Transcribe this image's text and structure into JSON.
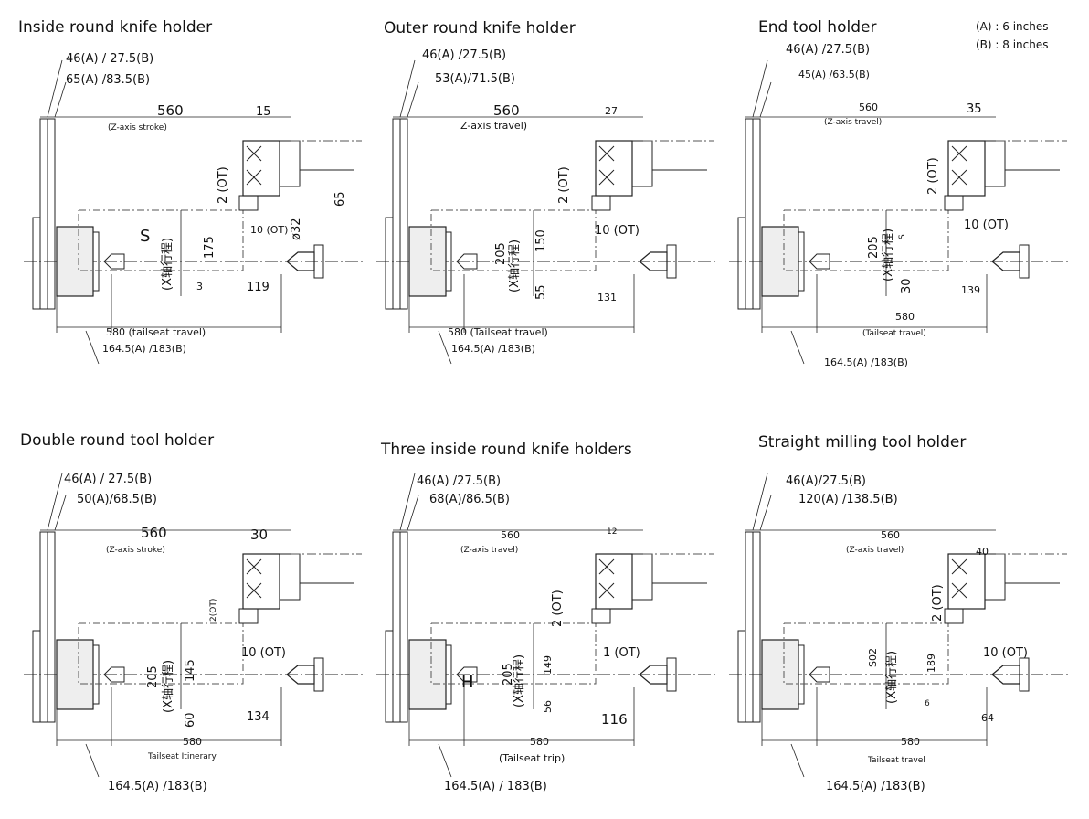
{
  "legend": {
    "a": "(A) : 6 inches",
    "b": "(B) : 8 inches"
  },
  "panels": [
    {
      "title": "Inside round knife holder",
      "dim_top1": "46(A) / 27.5(B)",
      "dim_top2": "65(A) /83.5(B)",
      "z_value": "560",
      "z_caption": "(Z-axis stroke)",
      "tool_width": "15",
      "ot_top": "2 (OT)",
      "ot_side": "10 (OT)",
      "x_stroke": "S",
      "x_caption": "(X轴行程)",
      "x_upper": "175",
      "x_lower": "3",
      "tool_height": "65",
      "bore": "ø32",
      "right_offset": "119",
      "tailseat": "580 (tailseat travel)",
      "bottom_dim": "164.5(A) /183(B)"
    },
    {
      "title": "Outer round knife holder",
      "dim_top1": "46(A) /27.5(B)",
      "dim_top2": "53(A)/71.5(B)",
      "z_value": "560",
      "z_caption": "Z-axis travel)",
      "tool_width": "27",
      "ot_top": "2 (OT)",
      "ot_side": "10 (OT)",
      "x_stroke": "205",
      "x_caption": "(X轴行程)",
      "x_upper": "150",
      "x_lower": "55",
      "right_offset": "131",
      "tailseat": "580 (Tailseat travel)",
      "bottom_dim": "164.5(A) /183(B)"
    },
    {
      "title": "End tool holder",
      "dim_top1": "46(A) /27.5(B)",
      "dim_top2": "45(A) /63.5(B)",
      "z_value": "560",
      "z_caption": "(Z-axis travel)",
      "tool_width": "35",
      "ot_top": "2 (OT)",
      "ot_side": "10 (OT)",
      "x_stroke": "205",
      "x_caption": "(X轴行程)",
      "x_upper": "S",
      "x_lower": "30",
      "right_offset": "139",
      "tailseat_value": "580",
      "tailseat_caption": "(Tailseat travel)",
      "bottom_dim": "164.5(A) /183(B)"
    },
    {
      "title": "Double round tool holder",
      "dim_top1": "46(A) / 27.5(B)",
      "dim_top2": "50(A)/68.5(B)",
      "z_value": "560",
      "z_caption": "(Z-axis stroke)",
      "tool_width": "30",
      "ot_top": "2(OT)",
      "ot_side": "10 (OT)",
      "x_stroke": "205",
      "x_caption": "(X轴行程)",
      "x_upper": "145",
      "x_lower": "60",
      "right_offset": "134",
      "tailseat_value": "580",
      "tailseat_caption": "Tailseat Itinerary",
      "bottom_dim": "164.5(A) /183(B)"
    },
    {
      "title": "Three inside round knife holders",
      "dim_top1": "46(A) /27.5(B)",
      "dim_top2": "68(A)/86.5(B)",
      "z_value": "560",
      "z_caption": "(Z-axis travel)",
      "tool_width": "12",
      "ot_top": "2 (OT)",
      "ot_side": "1 (OT)",
      "x_stroke": "205",
      "x_caption": "(X轴行程)",
      "x_upper": "149",
      "x_lower": "56",
      "center_mark": "H",
      "right_offset": "116",
      "tailseat_value": "580",
      "tailseat_caption": "(Tailseat trip)",
      "bottom_dim": "164.5(A) / 183(B)"
    },
    {
      "title": "Straight milling tool holder",
      "dim_top1": "46(A)/27.5(B)",
      "dim_top2": "120(A) /138.5(B)",
      "z_value": "560",
      "z_caption": "(Z-axis travel)",
      "tool_width": "40",
      "ot_top": "2 (OT)",
      "ot_side": "10 (OT)",
      "x_stroke": "S02",
      "x_caption": "(X轴行程)",
      "x_upper": "189",
      "x_lower": "6",
      "right_offset": "64",
      "tailseat_value": "580",
      "tailseat_caption": "Tailseat travel",
      "bottom_dim": "164.5(A) /183(B)"
    }
  ]
}
